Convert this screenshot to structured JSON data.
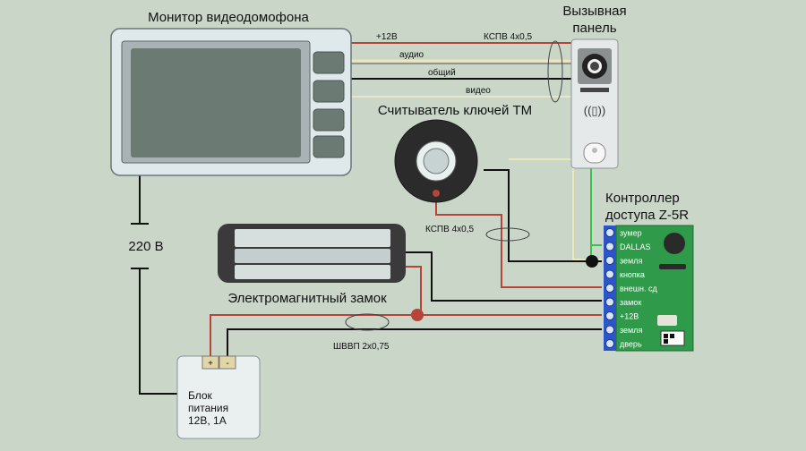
{
  "labels": {
    "monitor_title": "Монитор видеодомофона",
    "call_panel_line1": "Вызывная",
    "call_panel_line2": "панель",
    "reader_title": "Считыватель ключей ТМ",
    "controller_line1": "Контроллер",
    "controller_line2": "доступа Z-5R",
    "lock_title": "Электромагнитный замок",
    "voltage_220": "220 В",
    "psu_line1": "Блок",
    "psu_line2": "питания",
    "psu_line3": "12В, 1А",
    "psu_plus": "+",
    "psu_minus": "-"
  },
  "wires": {
    "plus12": "+12В",
    "audio": "аудио",
    "common": "общий",
    "video": "видео",
    "cable_kspv_top": "КСПВ 4х0,5",
    "cable_kspv_reader": "КСПВ 4х0,5",
    "cable_shvvp": "ШВВП 2х0,75"
  },
  "controller_terminals": [
    "зумер",
    "DALLAS",
    "земля",
    "кнопка",
    "внешн. сд",
    "замок",
    "+12В",
    "земля",
    "дверь"
  ],
  "colors": {
    "background": "#c9d6c8",
    "wire_red": "#b5453a",
    "wire_black": "#111111",
    "wire_cream": "#ece7b8",
    "wire_green": "#39c24a",
    "board_green": "#2f9a4a",
    "terminal_blue": "#2b55c8"
  }
}
